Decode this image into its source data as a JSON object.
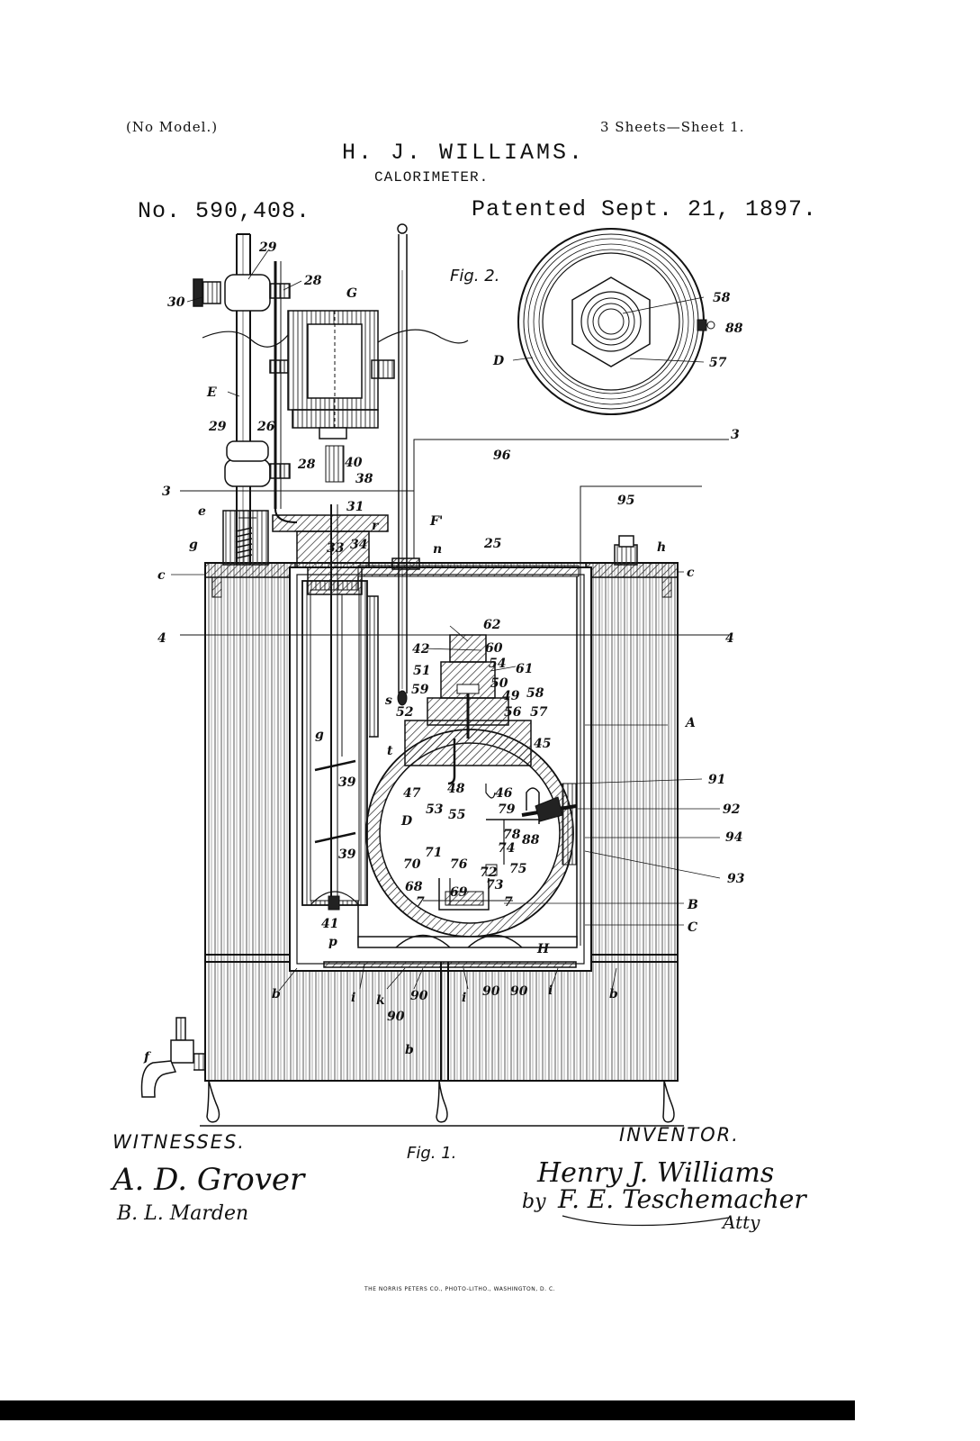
{
  "header": {
    "no_model": "(No Model.)",
    "sheets": "3 Sheets—Sheet 1.",
    "inventor_name": "H. J. WILLIAMS.",
    "title": "CALORIMETER.",
    "patent_no": "No. 590,408.",
    "patented_date": "Patented Sept. 21, 1897."
  },
  "figures": {
    "fig1_label": "Fig. 1.",
    "fig2_label": "Fig. 2."
  },
  "reference_labels": {
    "fig2": [
      "58",
      "88",
      "57",
      "D"
    ],
    "fig1": [
      "29",
      "28",
      "30",
      "G",
      "E",
      "29",
      "26",
      "28",
      "40",
      "38",
      "3",
      "96",
      "3",
      "e",
      "31",
      "r",
      "g",
      "33",
      "34",
      "F'",
      "n",
      "25",
      "95",
      "h",
      "c",
      "c",
      "4",
      "4",
      "62",
      "60",
      "42",
      "54",
      "61",
      "51",
      "50",
      "59",
      "49",
      "58",
      "s",
      "52",
      "56",
      "57",
      "45",
      "A",
      "g",
      "t",
      "47",
      "48",
      "46",
      "91",
      "D",
      "53",
      "55",
      "79",
      "92",
      "39",
      "78",
      "88",
      "94",
      "74",
      "70",
      "71",
      "76",
      "75",
      "72",
      "73",
      "93",
      "68",
      "69",
      "7",
      "7",
      "B",
      "39",
      "C",
      "41",
      "p",
      "H",
      "b",
      "i",
      "k",
      "90",
      "i",
      "90",
      "90",
      "i",
      "b",
      "90",
      "b",
      "f"
    ]
  },
  "signatures": {
    "witnesses_heading": "WITNESSES.",
    "witness_1": "A. D. Grover",
    "witness_2": "B. L. Marden",
    "inventor_heading": "INVENTOR.",
    "inventor_signature": "Henry J. Williams",
    "by_label": "by",
    "attorney_signature": "F. E. Teschemacher",
    "atty_label": "Atty"
  },
  "footer": {
    "printer": "THE NORRIS PETERS CO., PHOTO-LITHO., WASHINGTON, D. C."
  }
}
